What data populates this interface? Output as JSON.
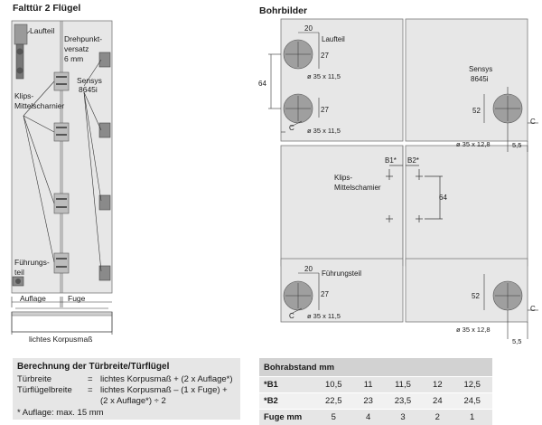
{
  "left_panel": {
    "title": "Falttür 2 Flügel",
    "labels": {
      "laufteil": "Laufteil",
      "drehpunkt": [
        "Drehpunkt-",
        "versatz",
        "6 mm"
      ],
      "sensys": [
        "Sensys",
        "8645i"
      ],
      "klips": [
        "Klips-",
        "Mittelscharnier"
      ],
      "fuehrung": [
        "Führungs-",
        "teil"
      ],
      "auflage": "Auflage",
      "fuge": "Fuge",
      "korpusmass": "lichtes Korpusmaß"
    }
  },
  "right_panel": {
    "title": "Bohrbilder",
    "labels": {
      "laufteil": "Laufteil",
      "sensys": [
        "Sensys",
        "8645i"
      ],
      "klips": [
        "Klips-",
        "Mittelschamier"
      ],
      "fuehrungsteil": "Führungsteil",
      "dim_20": "20",
      "dim_27": "27",
      "dim_64": "64",
      "dim_52": "52",
      "dim_c": "C",
      "dim_55": "5,5",
      "dia_35_115": "ø 35 x 11,5",
      "dia_35_128": "ø 35 x 12,8",
      "b1": "B1*",
      "b2": "B2*"
    }
  },
  "calc": {
    "title": "Berechnung der Türbreite/Türflügel",
    "rows": [
      {
        "label": "Türbreite",
        "eq": "=",
        "value": "lichtes Korpusmaß + (2 x Auflage*)"
      },
      {
        "label": "Türflügelbreite",
        "eq": "=",
        "value": "lichtes Korpusmaß – (1 x Fuge) +"
      },
      {
        "label": "",
        "eq": "",
        "value": "(2 x Auflage*) ÷ 2"
      }
    ],
    "note": "* Auflage: max. 15 mm"
  },
  "table": {
    "title": "Bohrabstand mm",
    "rows": [
      {
        "label": "*B1",
        "values": [
          "10,5",
          "11",
          "11,5",
          "12",
          "12,5"
        ]
      },
      {
        "label": "*B2",
        "values": [
          "22,5",
          "23",
          "23,5",
          "24",
          "24,5"
        ]
      },
      {
        "label": "Fuge mm",
        "values": [
          "5",
          "4",
          "3",
          "2",
          "1"
        ]
      }
    ]
  }
}
